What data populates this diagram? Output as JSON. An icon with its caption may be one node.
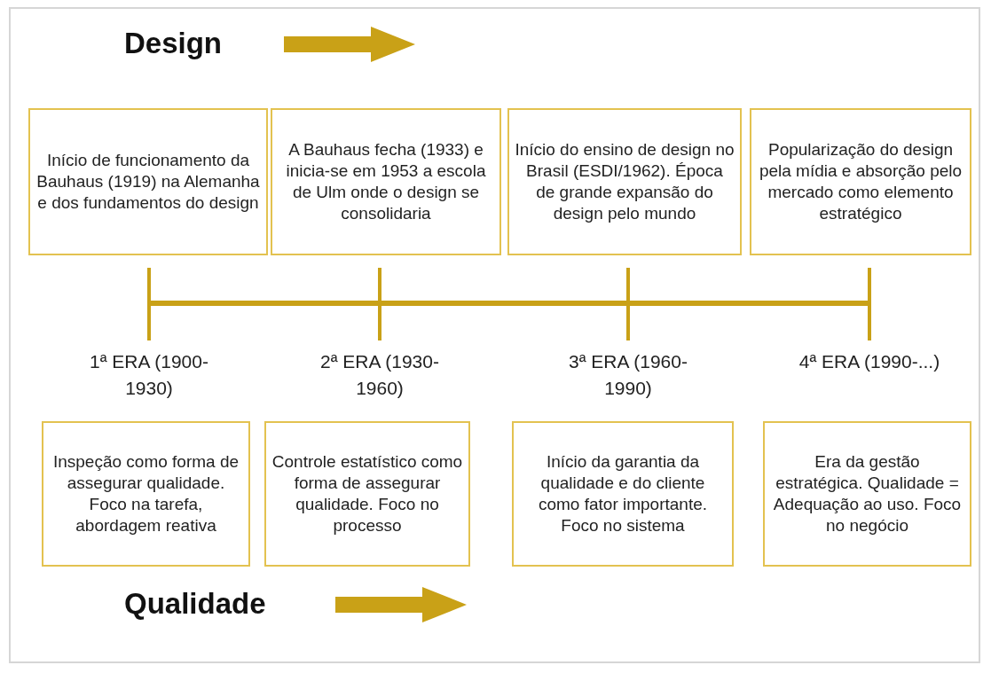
{
  "diagram": {
    "nodes": [
      {
        "text": [
          "Início de funcionamento da Bauhaus (1919) na Alemanha e dos fundamentos do design"
        ]
      },
      {
        "text": [
          "A Bauhaus fecha (1933) e inicia-se em 1953 a escola de Ulm onde o design se consolidaria"
        ]
      },
      {
        "text": [
          "Início do ensino de design no Brasil (ESDI/1962). Época de grande expansão do design pelo mundo"
        ]
      },
      {
        "text": [
          "Popularização do design pela mídia e absorção pelo mercado como elemento estratégico"
        ]
      },
      {
        "text": [
          "Inspeção como forma de assegurar qualidade. Foco na tarefa, abordagem reativa"
        ]
      },
      {
        "text": [
          "Controle estatístico como forma de assegurar qualidade. Foco no processo"
        ]
      },
      {
        "text": [
          "Início da garantia da qualidade e do cliente como fator importante. Foco no sistema"
        ]
      },
      {
        "text": [
          "Era da gestão estratégica. Qualidade = Adequação ao uso. Foco no negócio"
        ]
      }
    ],
    "labels": [
      "Design",
      "1ª ERA (1900-1930)",
      "2ª ERA (1930-1960)",
      "3ª ERA (1960-1990)",
      "4ª ERA (1990-...)",
      "Qualidade"
    ]
  }
}
